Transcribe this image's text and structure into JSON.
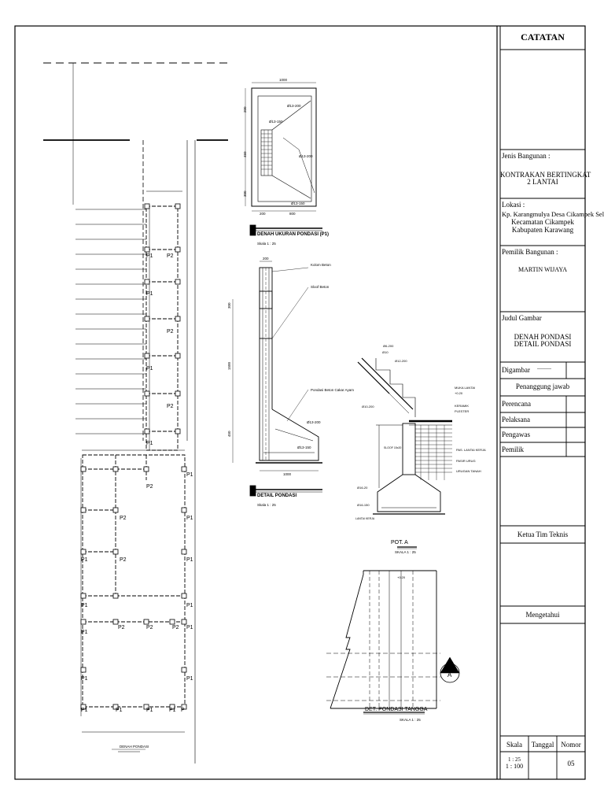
{
  "title_block": {
    "catatan": "CATATAN",
    "jenis_bangunan_label": "Jenis Bangunan :",
    "jenis_bangunan_line1": "KONTRAKAN BERTINGKAT",
    "jenis_bangunan_line2": "2 LANTAI",
    "lokasi_label": "Lokasi :",
    "lokasi_line1": "Kp. Karangmulya Desa Cikampek Selatan",
    "lokasi_line2": "Kecamatan Cikampek",
    "lokasi_line3": "Kabupaten Karawang",
    "pemilik_label": "Pemilik Bangunan :",
    "pemilik_value": "MARTIN WIJAYA",
    "judul_label": "Judul Gambar",
    "judul_line1": "DENAH PONDASI",
    "judul_line2": "DETAIL PONDASI",
    "digambar": "Digambar",
    "digambar_value": "---------",
    "penanggung": "Penanggung jawab",
    "perencana": "Perencana",
    "pelaksana": "Pelaksana",
    "pengawas": "Pengawas",
    "pemilik": "Pemilik",
    "ketua": "Ketua Tim Teknis",
    "mengetahui": "Mengetahui",
    "skala_label": "Skala",
    "tanggal_label": "Tanggal",
    "nomor_label": "Nomor",
    "skala_value1": "1 : 25",
    "skala_value2": "1 : 100",
    "nomor_value": "05"
  },
  "plan": {
    "caption": "DENAH PONDASI",
    "p1": "P1",
    "p2": "P2"
  },
  "denah_ukuran": {
    "title": "DENAH UKURAN PONDASI (P1)",
    "scale": "Skala 1 : 25",
    "dim_top": "1000",
    "dim_left1": "200",
    "dim_left2": "450",
    "dim_left3": "300",
    "dim_bottom1": "200",
    "dim_bottom2": "800",
    "rebar1": "Ø13-200",
    "rebar2": "Ø13-150",
    "rebar3": "Ø13-200",
    "rebar4": "Ø13-150"
  },
  "detail_pondasi": {
    "title": "DETAIL PONDASI",
    "scale": "Skala 1 : 25",
    "kolom": "Kolom Beton",
    "sloof": "Sloof Beton",
    "pondasi": "Pondasi Beton Cakar Ayam",
    "r1": "Ø13-200",
    "r2": "Ø13-150",
    "dim_top": "200",
    "dim_bottom": "1000",
    "dim_v1": "300",
    "dim_v2": "1500",
    "dim_v3": "450"
  },
  "pot_a": {
    "title": "POT.  A",
    "scale": "SKALA 1 : 25",
    "muka": "MUKA LANTAI",
    "elev": "+0.20",
    "keramik": "KERAMIK",
    "plester": "PLESTER",
    "pas_lantai": "PAS. LANTAI KERJA",
    "pasir": "PASIR URUG",
    "urugan": "URUGAN TANAH",
    "sloof": "SLOOF 15x20",
    "r1": "Ø6-200",
    "r2": "Ø10",
    "r3": "Ø12-200",
    "r4": "Ø10-200",
    "r5": "Ø16-20",
    "r6": "Ø16-150",
    "lantai_kerja": "LANTAI KERJA"
  },
  "tangga": {
    "title": "DET. PONDASI TANGGA",
    "scale": "SKALA 1 : 25",
    "elev": "+0.20",
    "section": "A"
  }
}
